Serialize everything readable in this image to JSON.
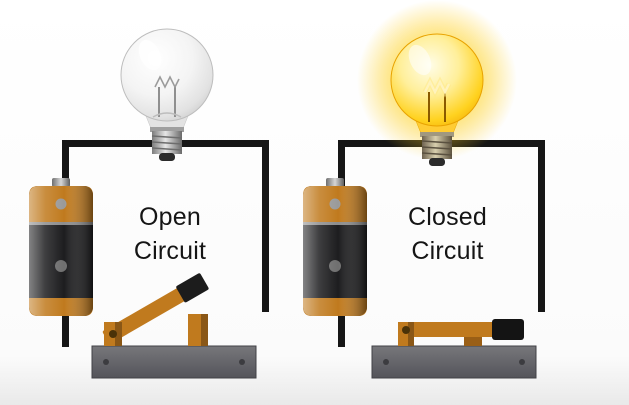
{
  "circuits": {
    "left": {
      "label_line1": "Open",
      "label_line2": "Circuit",
      "bulb_state": "off",
      "switch_state": "open"
    },
    "right": {
      "label_line1": "Closed",
      "label_line2": "Circuit",
      "bulb_state": "on",
      "switch_state": "closed"
    }
  },
  "icons": {
    "left": [
      "battery-icon",
      "bulb-off-icon",
      "switch-open-icon"
    ],
    "right": [
      "battery-icon",
      "bulb-on-icon",
      "switch-closed-icon"
    ]
  },
  "colors": {
    "background": "#fcfcfc",
    "text": "#151515",
    "wire": "#161616",
    "battery_orange": "#c07a1e",
    "battery_black": "#1d1d1f",
    "switch_base": "#626266",
    "switch_lever": "#c07a1e",
    "bulb_glow": "#ffcf1c"
  }
}
